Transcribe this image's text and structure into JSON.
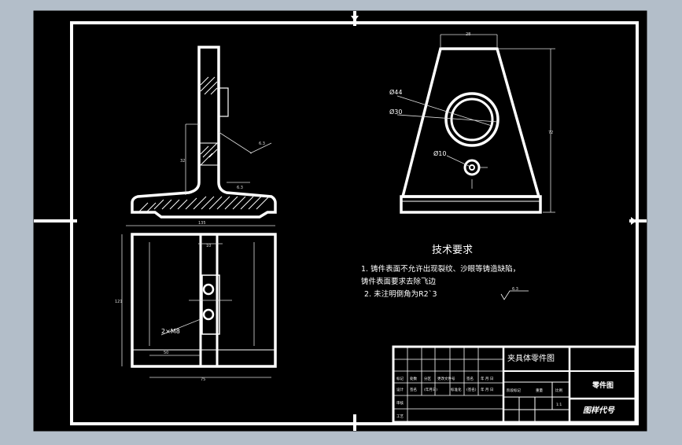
{
  "colors": {
    "viewport_bg": "#b3bec9",
    "sheet_bg": "#000000",
    "line": "#ffffff",
    "dim": "#d9d9d9",
    "hatch": "#ffffff"
  },
  "tech_requirements": {
    "title": "技术要求",
    "line1": "1. 铸件表面不允许出现裂纹、沙眼等铸造缺陷，",
    "line2": "铸件表面要求去除飞边",
    "line3": "2. 未注明倒角为R2`3"
  },
  "right_view": {
    "dim_top": "28",
    "dim_d44": "Ø44",
    "dim_d30": "Ø30",
    "dim_d10": "Ø10",
    "dim_height": "72"
  },
  "front_view": {
    "dim_height": "32",
    "roughness1": "6.3",
    "roughness2": "6.3"
  },
  "top_view": {
    "dim_total_width": "135",
    "dim_slot": "10",
    "dim_depth": "121",
    "dim_inner": "50",
    "dim_bottom": "75",
    "holes_label": "2×M8"
  },
  "title_block": {
    "part_name": "夹具体零件图",
    "part_label": "零件图",
    "drawing_code": "图样代号",
    "row1": [
      "标记",
      "处数",
      "分区",
      "更改文件号",
      "签名",
      "年 月 日"
    ],
    "row2": [
      "设计",
      "签名",
      "(年月日)",
      "标准化",
      "(签名)",
      "年 月 日"
    ],
    "row3": [
      "审核"
    ],
    "row4": [
      "工艺"
    ],
    "stage_headers": [
      "阶段标记",
      "重量",
      "比例"
    ],
    "scale_val": "1:1"
  },
  "roughness_note": "6.3"
}
